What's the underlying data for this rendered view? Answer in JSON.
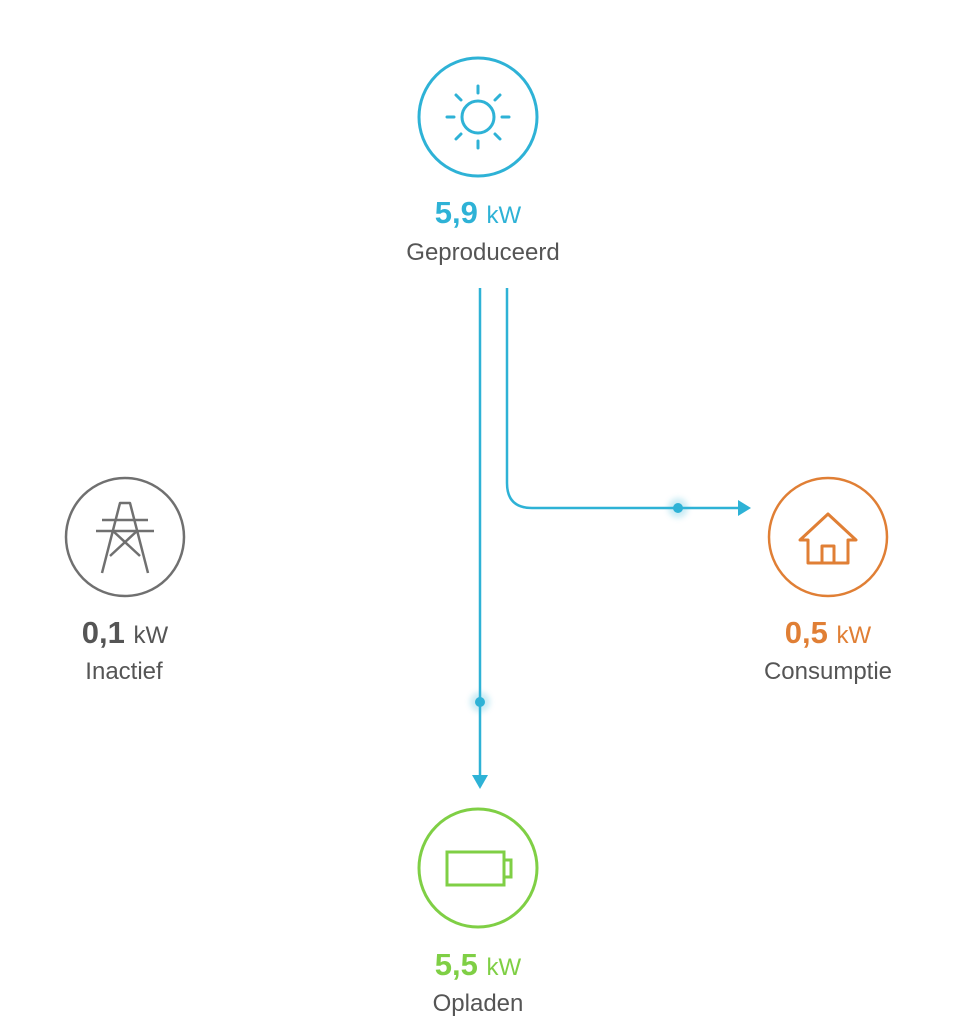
{
  "colors": {
    "solar": "#2eb2d6",
    "grid": "#707070",
    "home": "#e07f35",
    "battery": "#7fcf45",
    "flow": "#2eb2d6"
  },
  "nodes": {
    "solar": {
      "value": "5,9",
      "unit": "kW",
      "label": "Geproduceerd",
      "icon": "sun-icon"
    },
    "grid": {
      "value": "0,1",
      "unit": "kW",
      "label": "Inactief",
      "icon": "power-tower-icon"
    },
    "home": {
      "value": "0,5",
      "unit": "kW",
      "label": "Consumptie",
      "icon": "house-icon"
    },
    "battery": {
      "value": "5,5",
      "unit": "kW",
      "label": "Opladen",
      "icon": "battery-icon"
    }
  }
}
